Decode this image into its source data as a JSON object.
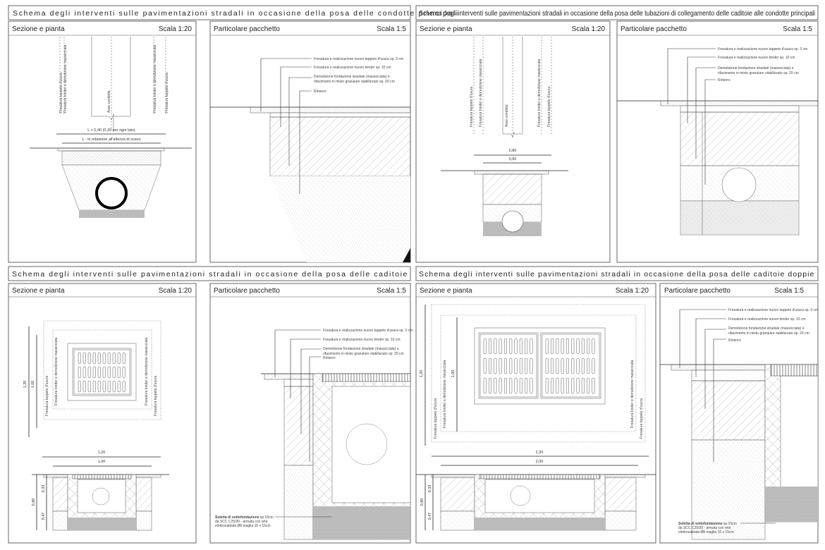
{
  "sections": [
    {
      "title": "Schema degli interventi sulle pavimentazioni stradali in occasione della posa delle condotte principali",
      "left": {
        "title": "Sezione e pianta",
        "scale": "Scala 1:20"
      },
      "right": {
        "title": "Particolare pacchetto",
        "scale": "Scala 1:5"
      },
      "plan_labels": [
        "Fresatura tappeto d'usura",
        "Fresatura binder e demolizione massicciata",
        "Asse condotta",
        "Fresatura binder e demolizione massicciata",
        "Fresatura tappeto d'usura"
      ],
      "dims": [
        "L + 0,40 (0,20 per ogni lato)",
        "L - in relazione all'altezza di scavo"
      ]
    },
    {
      "title": "Schema degli interventi sulle pavimentazioni stradali in occasione della posa delle tubazioni di collegamento delle caditoie alle condotte principali",
      "left": {
        "title": "Sezione e pianta",
        "scale": "Scala 1:20"
      },
      "right": {
        "title": "Particolare pacchetto",
        "scale": "Scala 1:5"
      },
      "plan_labels": [
        "Fresatura tappeto d'usura",
        "Fresatura binder e demolizione massicciata",
        "Asse condotta",
        "Fresatura binder e demolizione massicciata",
        "Fresatura tappeto d'usura"
      ],
      "dims": [
        "0,80",
        "0,60"
      ]
    },
    {
      "title": "Schema degli interventi sulle pavimentazioni stradali in occasione della posa delle caditoie",
      "left": {
        "title": "Sezione e pianta",
        "scale": "Scala 1:20"
      },
      "right": {
        "title": "Particolare pacchetto",
        "scale": "Scala 1:5"
      },
      "plan_labels": [
        "Fresatura tappeto d'usura",
        "Fresatura binder e demolizione massicciata",
        "Fresatura binder e demolizione massicciata",
        "Fresatura tappeto d'usura"
      ],
      "dims": [
        "1,20",
        "1,00",
        "1,20",
        "1,00",
        "0,33",
        "0,80",
        "0,47"
      ]
    },
    {
      "title": "Schema degli interventi sulle pavimentazioni stradali in occasione della posa delle caditoie doppie",
      "left": {
        "title": "Sezione e pianta",
        "scale": "Scala 1:20"
      },
      "right": {
        "title": "Particolare pacchetto",
        "scale": "Scala 1:5"
      },
      "plan_labels": [
        "Fresatura tappeto d'usura",
        "Fresatura binder e demolizione massicciata",
        "Fresatura binder e demolizione massicciata",
        "Fresatura tappeto d'usura"
      ],
      "dims": [
        "1,20",
        "1,00",
        "2,20",
        "2,00",
        "0,33",
        "0,80",
        "0,47"
      ]
    }
  ],
  "layers": {
    "l1": "Fresatura e realizzazione nuovo tappeto d'usura sp. 3 cm",
    "l2": "Fresatura e realizzazione nuovo binder sp. 10 cm",
    "l3a": "Demolizione fondazione stradale (massicciata) e",
    "l3b": "rifacimento in misto granulare stabilizzato sp. 20 cm",
    "l4": "Rinterro"
  },
  "soletta": {
    "line1_bold": "Soletta di sottofondazione",
    "line1_rest": " sp.15cm",
    "line2": "da SCC C25/30 - armata con rete",
    "line3": "elettrosaldata Ø8 maglia 15 x 15cm"
  },
  "colors": {
    "frame": "#666666",
    "dark_fill": "#bdbdbd"
  }
}
